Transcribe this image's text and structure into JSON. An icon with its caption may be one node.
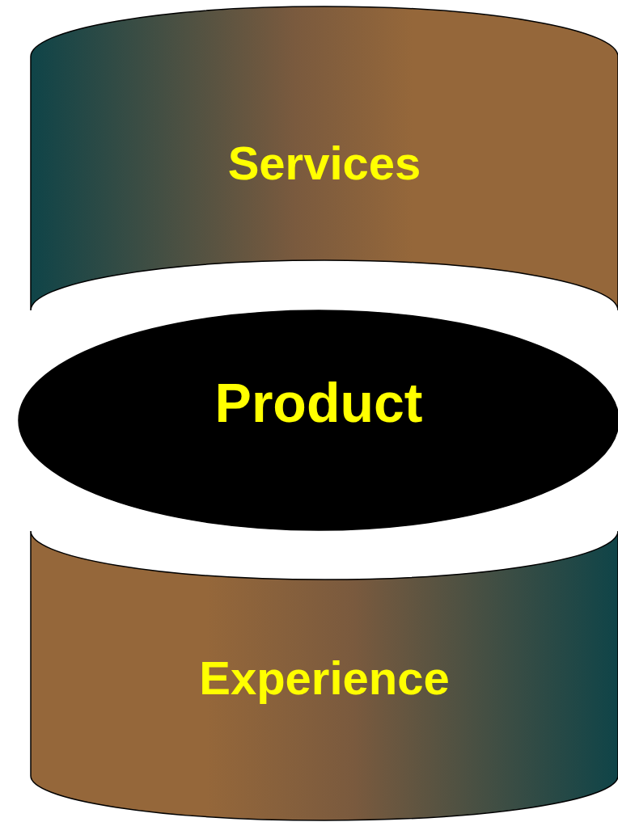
{
  "diagram": {
    "nodes": [
      {
        "text": [
          "Services"
        ]
      },
      {
        "text": [
          "Product"
        ]
      },
      {
        "text": [
          "Experience"
        ]
      }
    ]
  }
}
